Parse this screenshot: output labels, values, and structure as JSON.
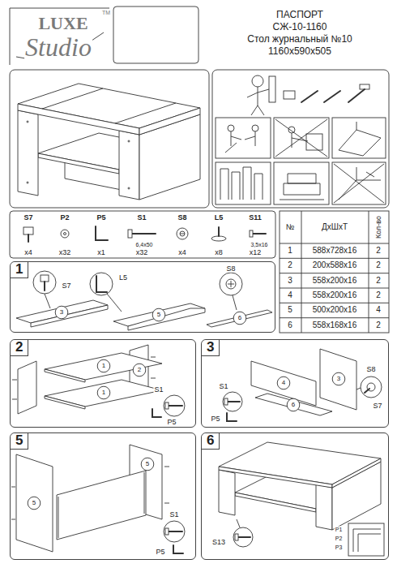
{
  "diagram": {
    "nodes": [
      {
        "text": [
          "1"
        ]
      },
      {
        "text": [
          "2"
        ]
      },
      {
        "text": [
          "3"
        ]
      },
      {
        "text": [
          "5"
        ]
      },
      {
        "text": [
          "6"
        ]
      }
    ],
    "labels": [
      "LUXE",
      "Studio",
      "TM",
      "ПАСПОРТ",
      "СЖ-10-1160",
      "Стол журнальный №10",
      "1160x590x505",
      "S7",
      "P2",
      "P5",
      "S1",
      "S8",
      "L5",
      "S11",
      "x4",
      "x32",
      "x1",
      "x32",
      "x4",
      "x8",
      "x12",
      "6,4x50",
      "3,5x16",
      "№",
      "ДхШхТ",
      "Кол-во",
      "1",
      "588x728x16",
      "2",
      "2",
      "200x588x16",
      "2",
      "3",
      "558x200x16",
      "2",
      "4",
      "558x200x16",
      "2",
      "5",
      "500x200x16",
      "4",
      "6",
      "558x168x16",
      "2",
      "S7",
      "3",
      "L5",
      "5",
      "S8",
      "6",
      "1",
      "2",
      "1",
      "S1",
      "P5",
      "4",
      "3",
      "6",
      "S8",
      "S7",
      "S1",
      "P5",
      "5",
      "5",
      "S1",
      "P5",
      "S13",
      "P1",
      "P2",
      "P3"
    ]
  }
}
